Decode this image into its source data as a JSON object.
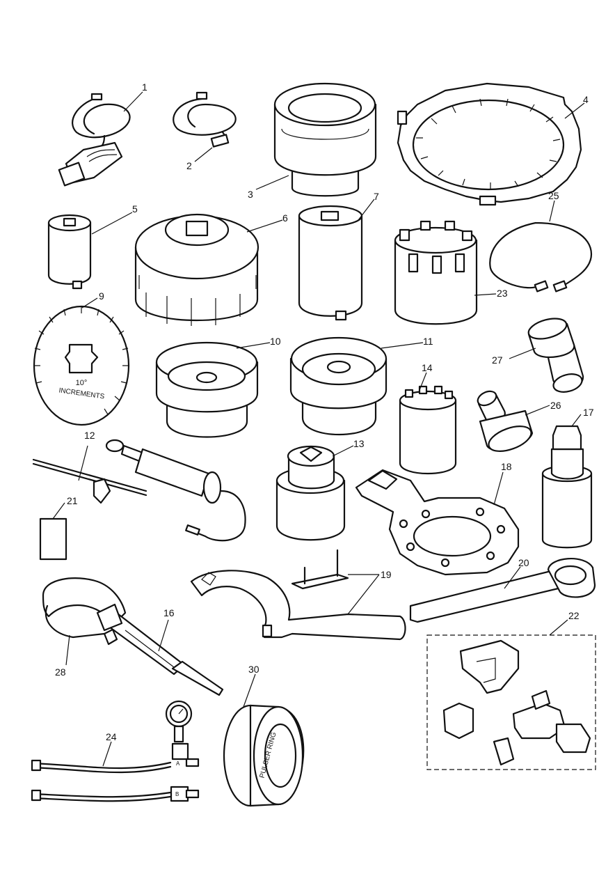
{
  "diagram": {
    "labels": {
      "l1": "1",
      "l2": "2",
      "l3": "3",
      "l4": "4",
      "l5": "5",
      "l6": "6",
      "l7": "7",
      "l9": "9",
      "l10": "10",
      "l11": "11",
      "l12": "12",
      "l13": "13",
      "l14": "14",
      "l16": "16",
      "l17": "17",
      "l18": "18",
      "l19": "19",
      "l20": "20",
      "l21": "21",
      "l22": "22",
      "l23": "23",
      "l24": "24",
      "l25": "25",
      "l26": "26",
      "l27": "27",
      "l28": "28",
      "l30": "30"
    },
    "dial_text_1": "10°",
    "dial_text_2": "INCREMENTS",
    "pulser_text": "PULSER RING",
    "gauge_port_a": "A",
    "gauge_port_b": "B"
  }
}
